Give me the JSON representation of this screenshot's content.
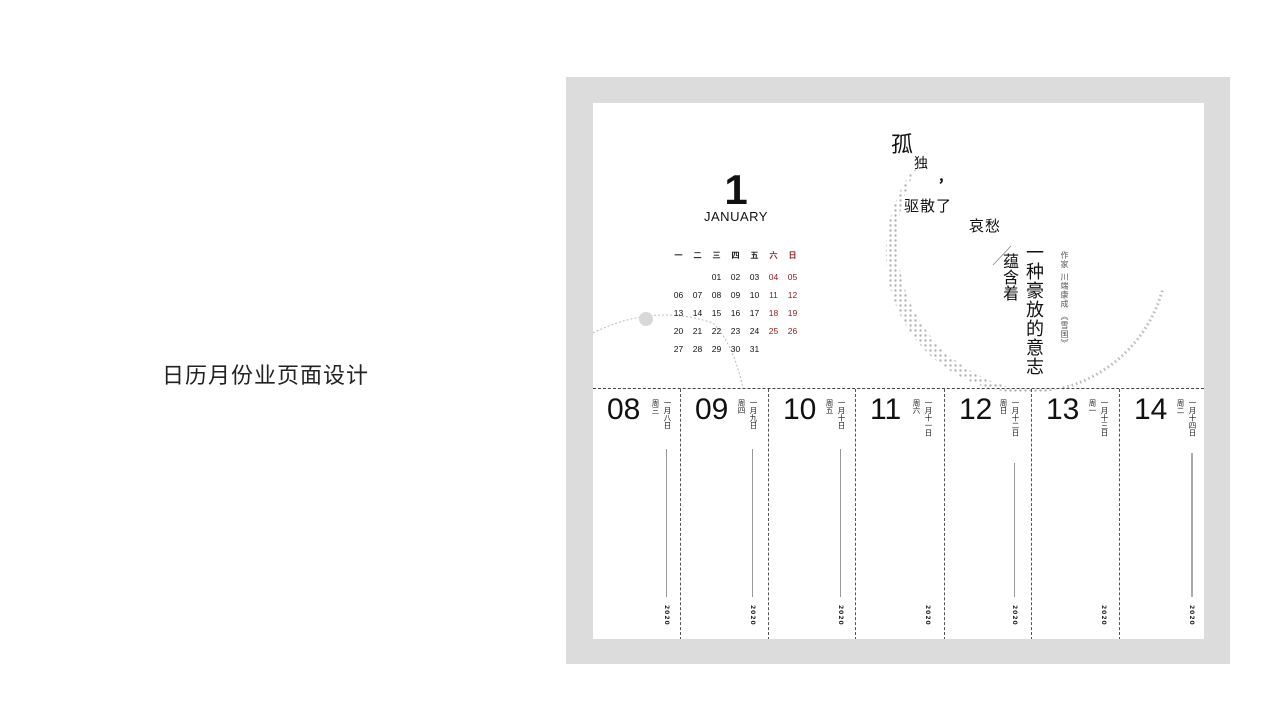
{
  "page_title": "日历月份业页面设计",
  "calendar": {
    "month_number": "1",
    "month_name": "JANUARY",
    "weekday_headers": [
      "一",
      "二",
      "三",
      "四",
      "五",
      "六",
      "日"
    ],
    "weeks": [
      [
        "",
        "",
        "01",
        "02",
        "03",
        "04",
        "05"
      ],
      [
        "06",
        "07",
        "08",
        "09",
        "10",
        "11",
        "12"
      ],
      [
        "13",
        "14",
        "15",
        "16",
        "17",
        "18",
        "19"
      ],
      [
        "20",
        "21",
        "22",
        "23",
        "24",
        "25",
        "26"
      ],
      [
        "27",
        "28",
        "29",
        "30",
        "31",
        "",
        ""
      ]
    ],
    "weekend_color": "#8b1a1a"
  },
  "poem": {
    "lines": [
      "孤",
      "独",
      "，",
      "驱散了",
      "哀愁",
      "蕴含着",
      "一种豪放的意志"
    ],
    "author": "作家 川端康成 《雪国》"
  },
  "days": [
    {
      "num": "08",
      "weekday": "周三",
      "lunar": "一月八日",
      "year": "2020"
    },
    {
      "num": "09",
      "weekday": "周四",
      "lunar": "一月九日",
      "year": "2020"
    },
    {
      "num": "10",
      "weekday": "周五",
      "lunar": "一月十日",
      "year": "2020"
    },
    {
      "num": "11",
      "weekday": "周六",
      "lunar": "一月十一日",
      "year": "2020"
    },
    {
      "num": "12",
      "weekday": "周日",
      "lunar": "一月十二日",
      "year": "2020"
    },
    {
      "num": "13",
      "weekday": "周一",
      "lunar": "一月十三日",
      "year": "2020"
    },
    {
      "num": "14",
      "weekday": "周二",
      "lunar": "一月十四日",
      "year": "2020"
    }
  ]
}
